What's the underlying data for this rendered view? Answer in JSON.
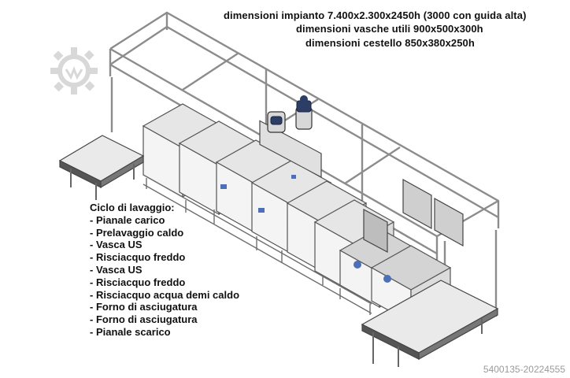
{
  "specs": {
    "line1": "dimensioni impianto 7.400x2.300x2450h (3000 con guida alta)",
    "line2": "dimensioni vasche utili 900x500x300h",
    "line3": "dimensioni cestello 850x380x250h"
  },
  "cycle": {
    "title": "Ciclo di lavaggio:",
    "steps": [
      "Pianale carico",
      "Prelavaggio caldo",
      "Vasca US",
      "Risciacquo freddo",
      "Vasca US",
      "Risciacquo freddo",
      "Risciacquo acqua demi caldo",
      "Forno di asciugatura",
      "Forno di asciugatura",
      "Pianale scarico"
    ]
  },
  "reference": "5400135-20224555",
  "colors": {
    "frame": "#8c8c8c",
    "frame_dark": "#4a4a4a",
    "panel": "#e6e6e6",
    "motor": "#2c3e66",
    "blue_part": "#4d6fb8",
    "watermark": "#d8d8d8"
  },
  "icons": {
    "watermark": "gear-logo-icon",
    "motors": "motor-icon"
  }
}
